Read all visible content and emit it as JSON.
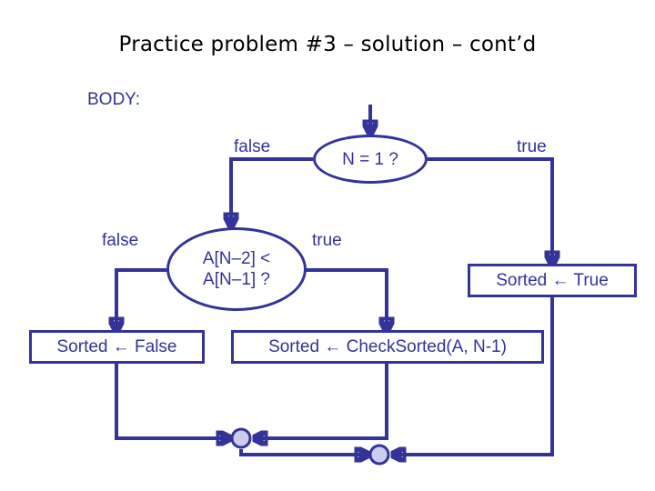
{
  "slide": {
    "title": "Practice problem #3 – solution – cont’d",
    "section_label": "BODY:"
  },
  "palette": {
    "ink": "#333399",
    "title_ink": "#000000",
    "background": "#ffffff",
    "junction_fill": "#ccccee"
  },
  "flowchart": {
    "type": "flowchart",
    "decisions": [
      {
        "id": "n-eq-1",
        "text": "N = 1 ?",
        "shape": "ellipse"
      },
      {
        "id": "compare",
        "line1": "A[N–2] <",
        "line2": "A[N–1] ?",
        "shape": "ellipse"
      }
    ],
    "processes": [
      {
        "id": "sorted-false",
        "text": "Sorted ← False",
        "shape": "rectangle"
      },
      {
        "id": "sorted-checksorted",
        "text": "Sorted ← CheckSorted(A, N-1)",
        "shape": "rectangle"
      },
      {
        "id": "sorted-true",
        "text": "Sorted ← True",
        "shape": "rectangle"
      }
    ],
    "branch_labels": [
      {
        "id": "n-eq-1-false",
        "text": "false",
        "from": "n-eq-1"
      },
      {
        "id": "n-eq-1-true",
        "text": "true",
        "from": "n-eq-1"
      },
      {
        "id": "compare-false",
        "text": "false",
        "from": "compare"
      },
      {
        "id": "compare-true",
        "text": "true",
        "from": "compare"
      }
    ],
    "junctions": [
      {
        "id": "merge-left"
      },
      {
        "id": "merge-right"
      }
    ]
  }
}
